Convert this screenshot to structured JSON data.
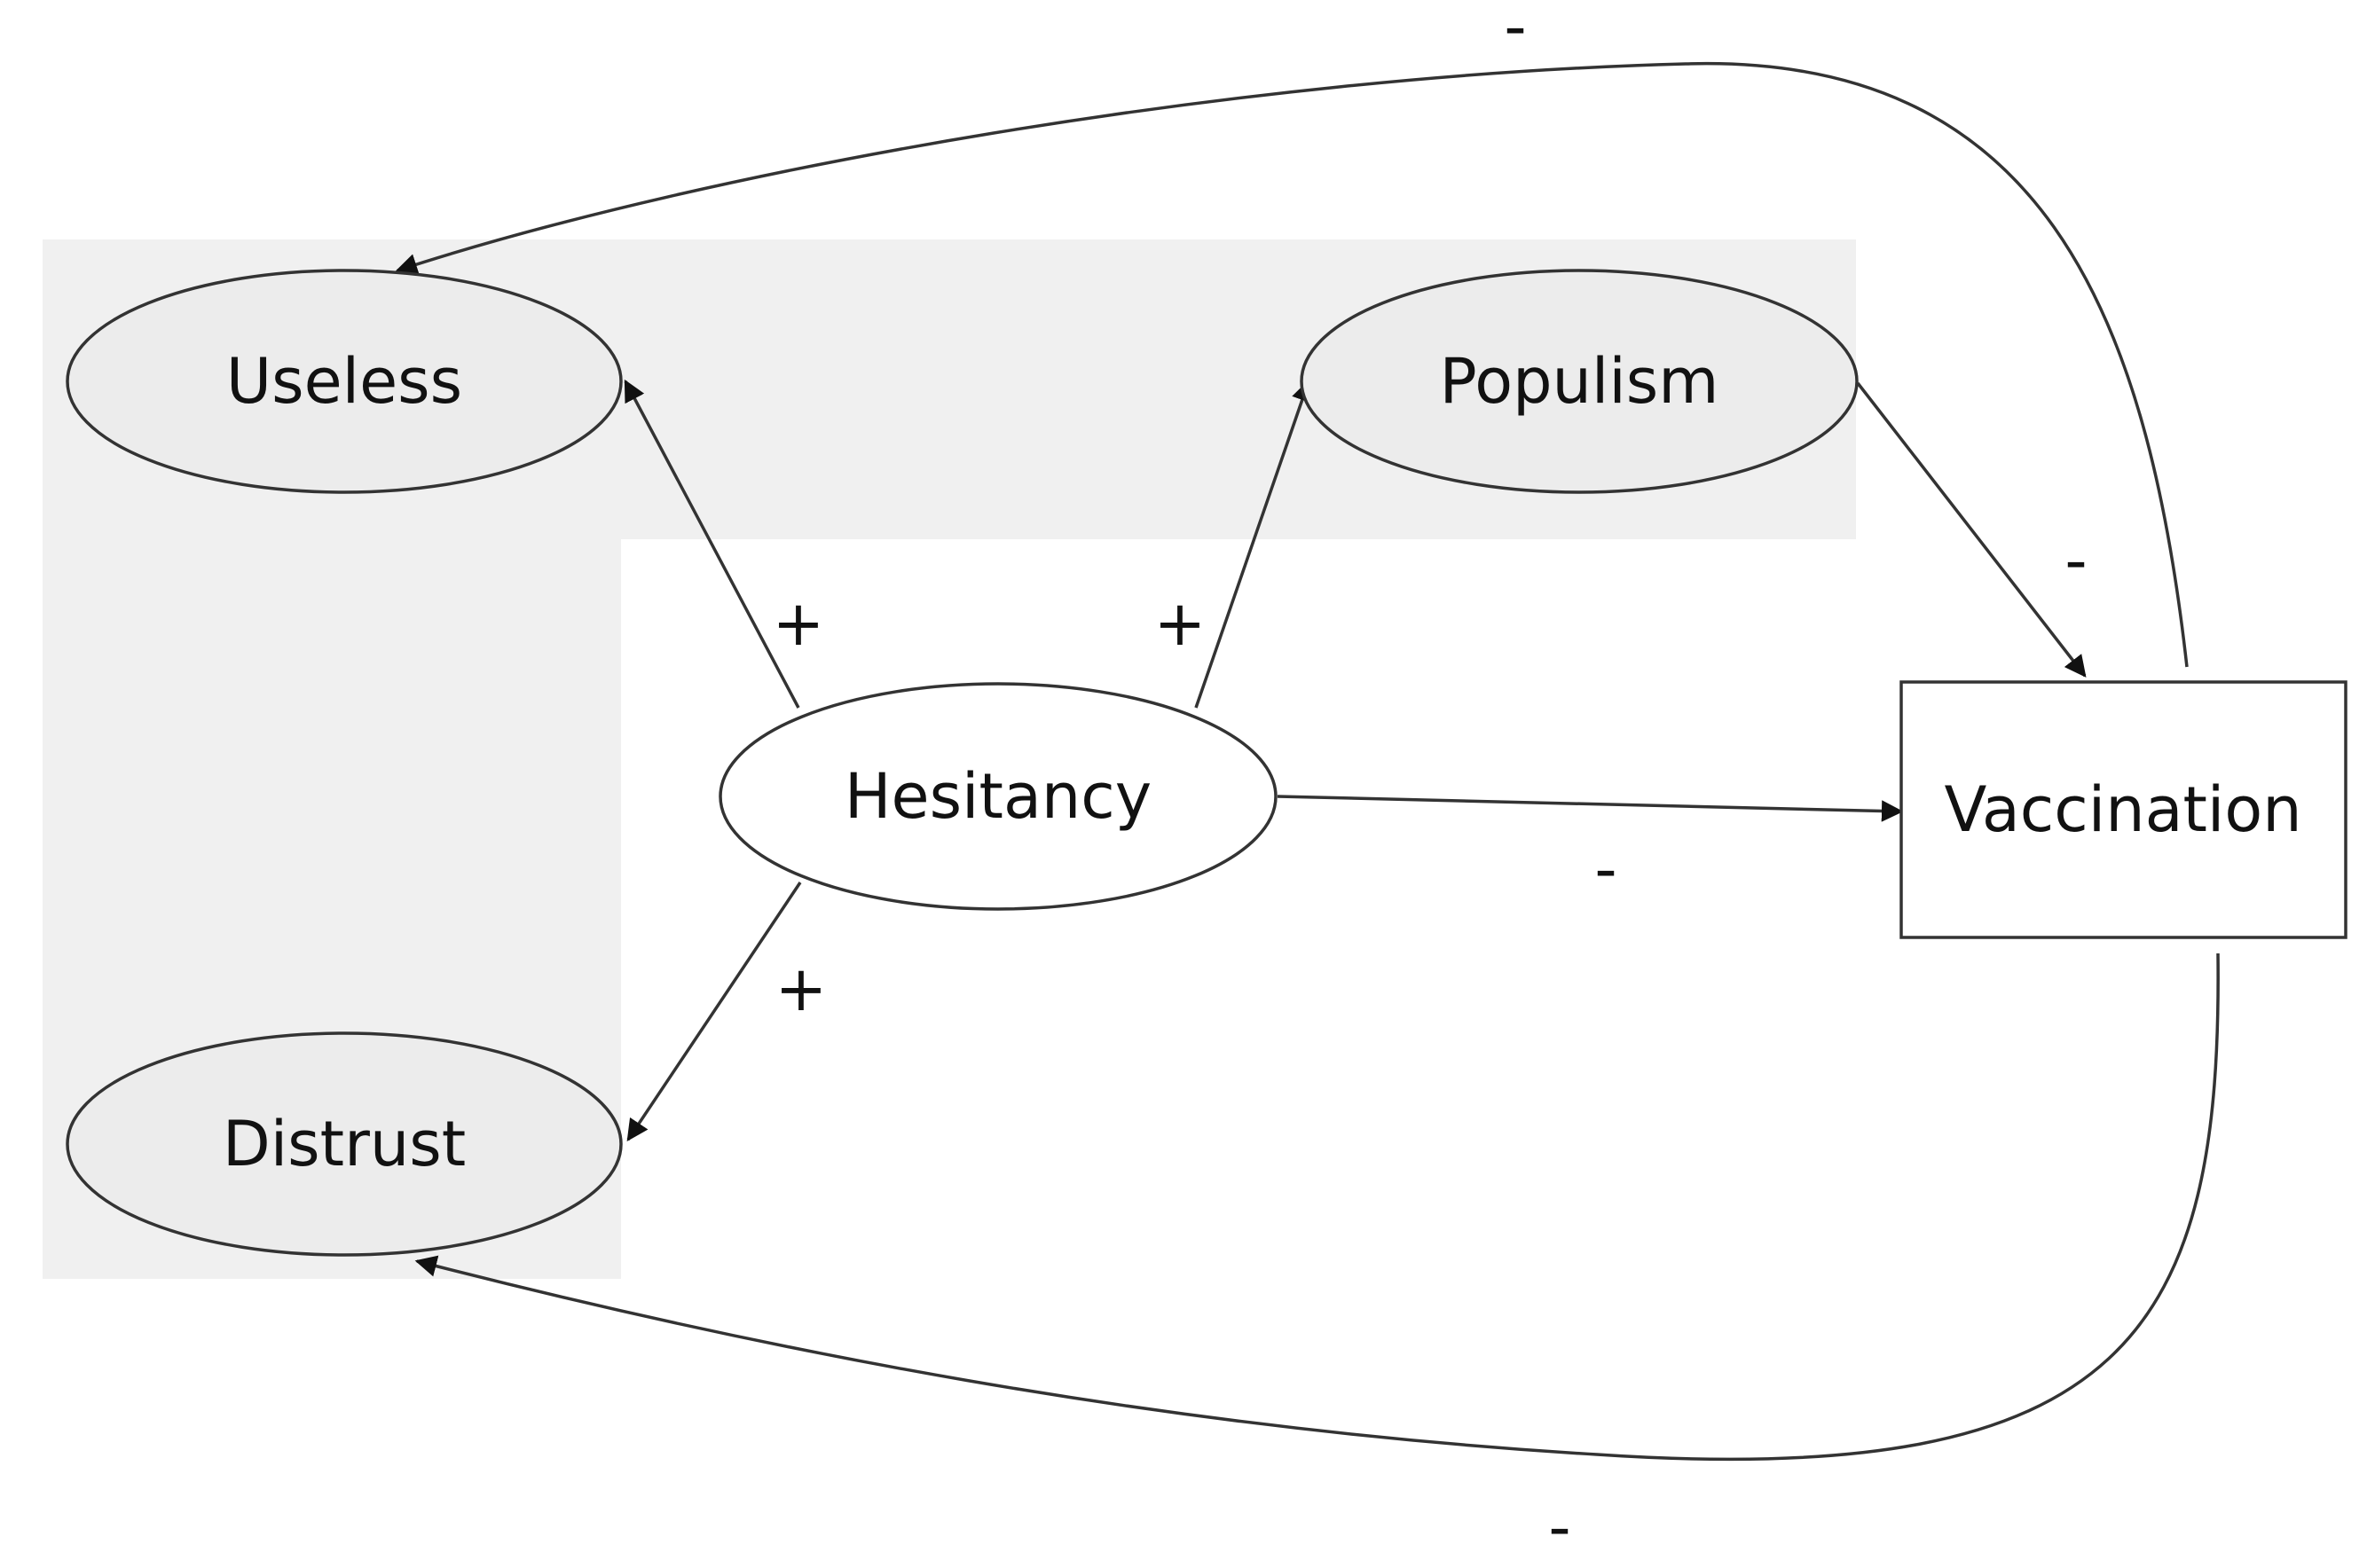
{
  "colors": {
    "region_fill": "#f0f0f0",
    "node_fill_shaded": "#ececec",
    "node_fill_plain": "#ffffff",
    "stroke": "#333333",
    "text": "#111111"
  },
  "nodes": {
    "useless": {
      "label": "Useless",
      "shape": "ellipse"
    },
    "populism": {
      "label": "Populism",
      "shape": "ellipse"
    },
    "hesitancy": {
      "label": "Hesitancy",
      "shape": "ellipse"
    },
    "distrust": {
      "label": "Distrust",
      "shape": "ellipse"
    },
    "vaccination": {
      "label": "Vaccination",
      "shape": "rectangle"
    }
  },
  "edges": [
    {
      "from": "Hesitancy",
      "to": "Useless",
      "sign": "+"
    },
    {
      "from": "Hesitancy",
      "to": "Populism",
      "sign": "+"
    },
    {
      "from": "Hesitancy",
      "to": "Distrust",
      "sign": "+"
    },
    {
      "from": "Hesitancy",
      "to": "Vaccination",
      "sign": "-"
    },
    {
      "from": "Populism",
      "to": "Vaccination",
      "sign": "-"
    },
    {
      "from": "Vaccination",
      "to": "Useless",
      "sign": "-"
    },
    {
      "from": "Vaccination",
      "to": "Distrust",
      "sign": "-"
    }
  ]
}
